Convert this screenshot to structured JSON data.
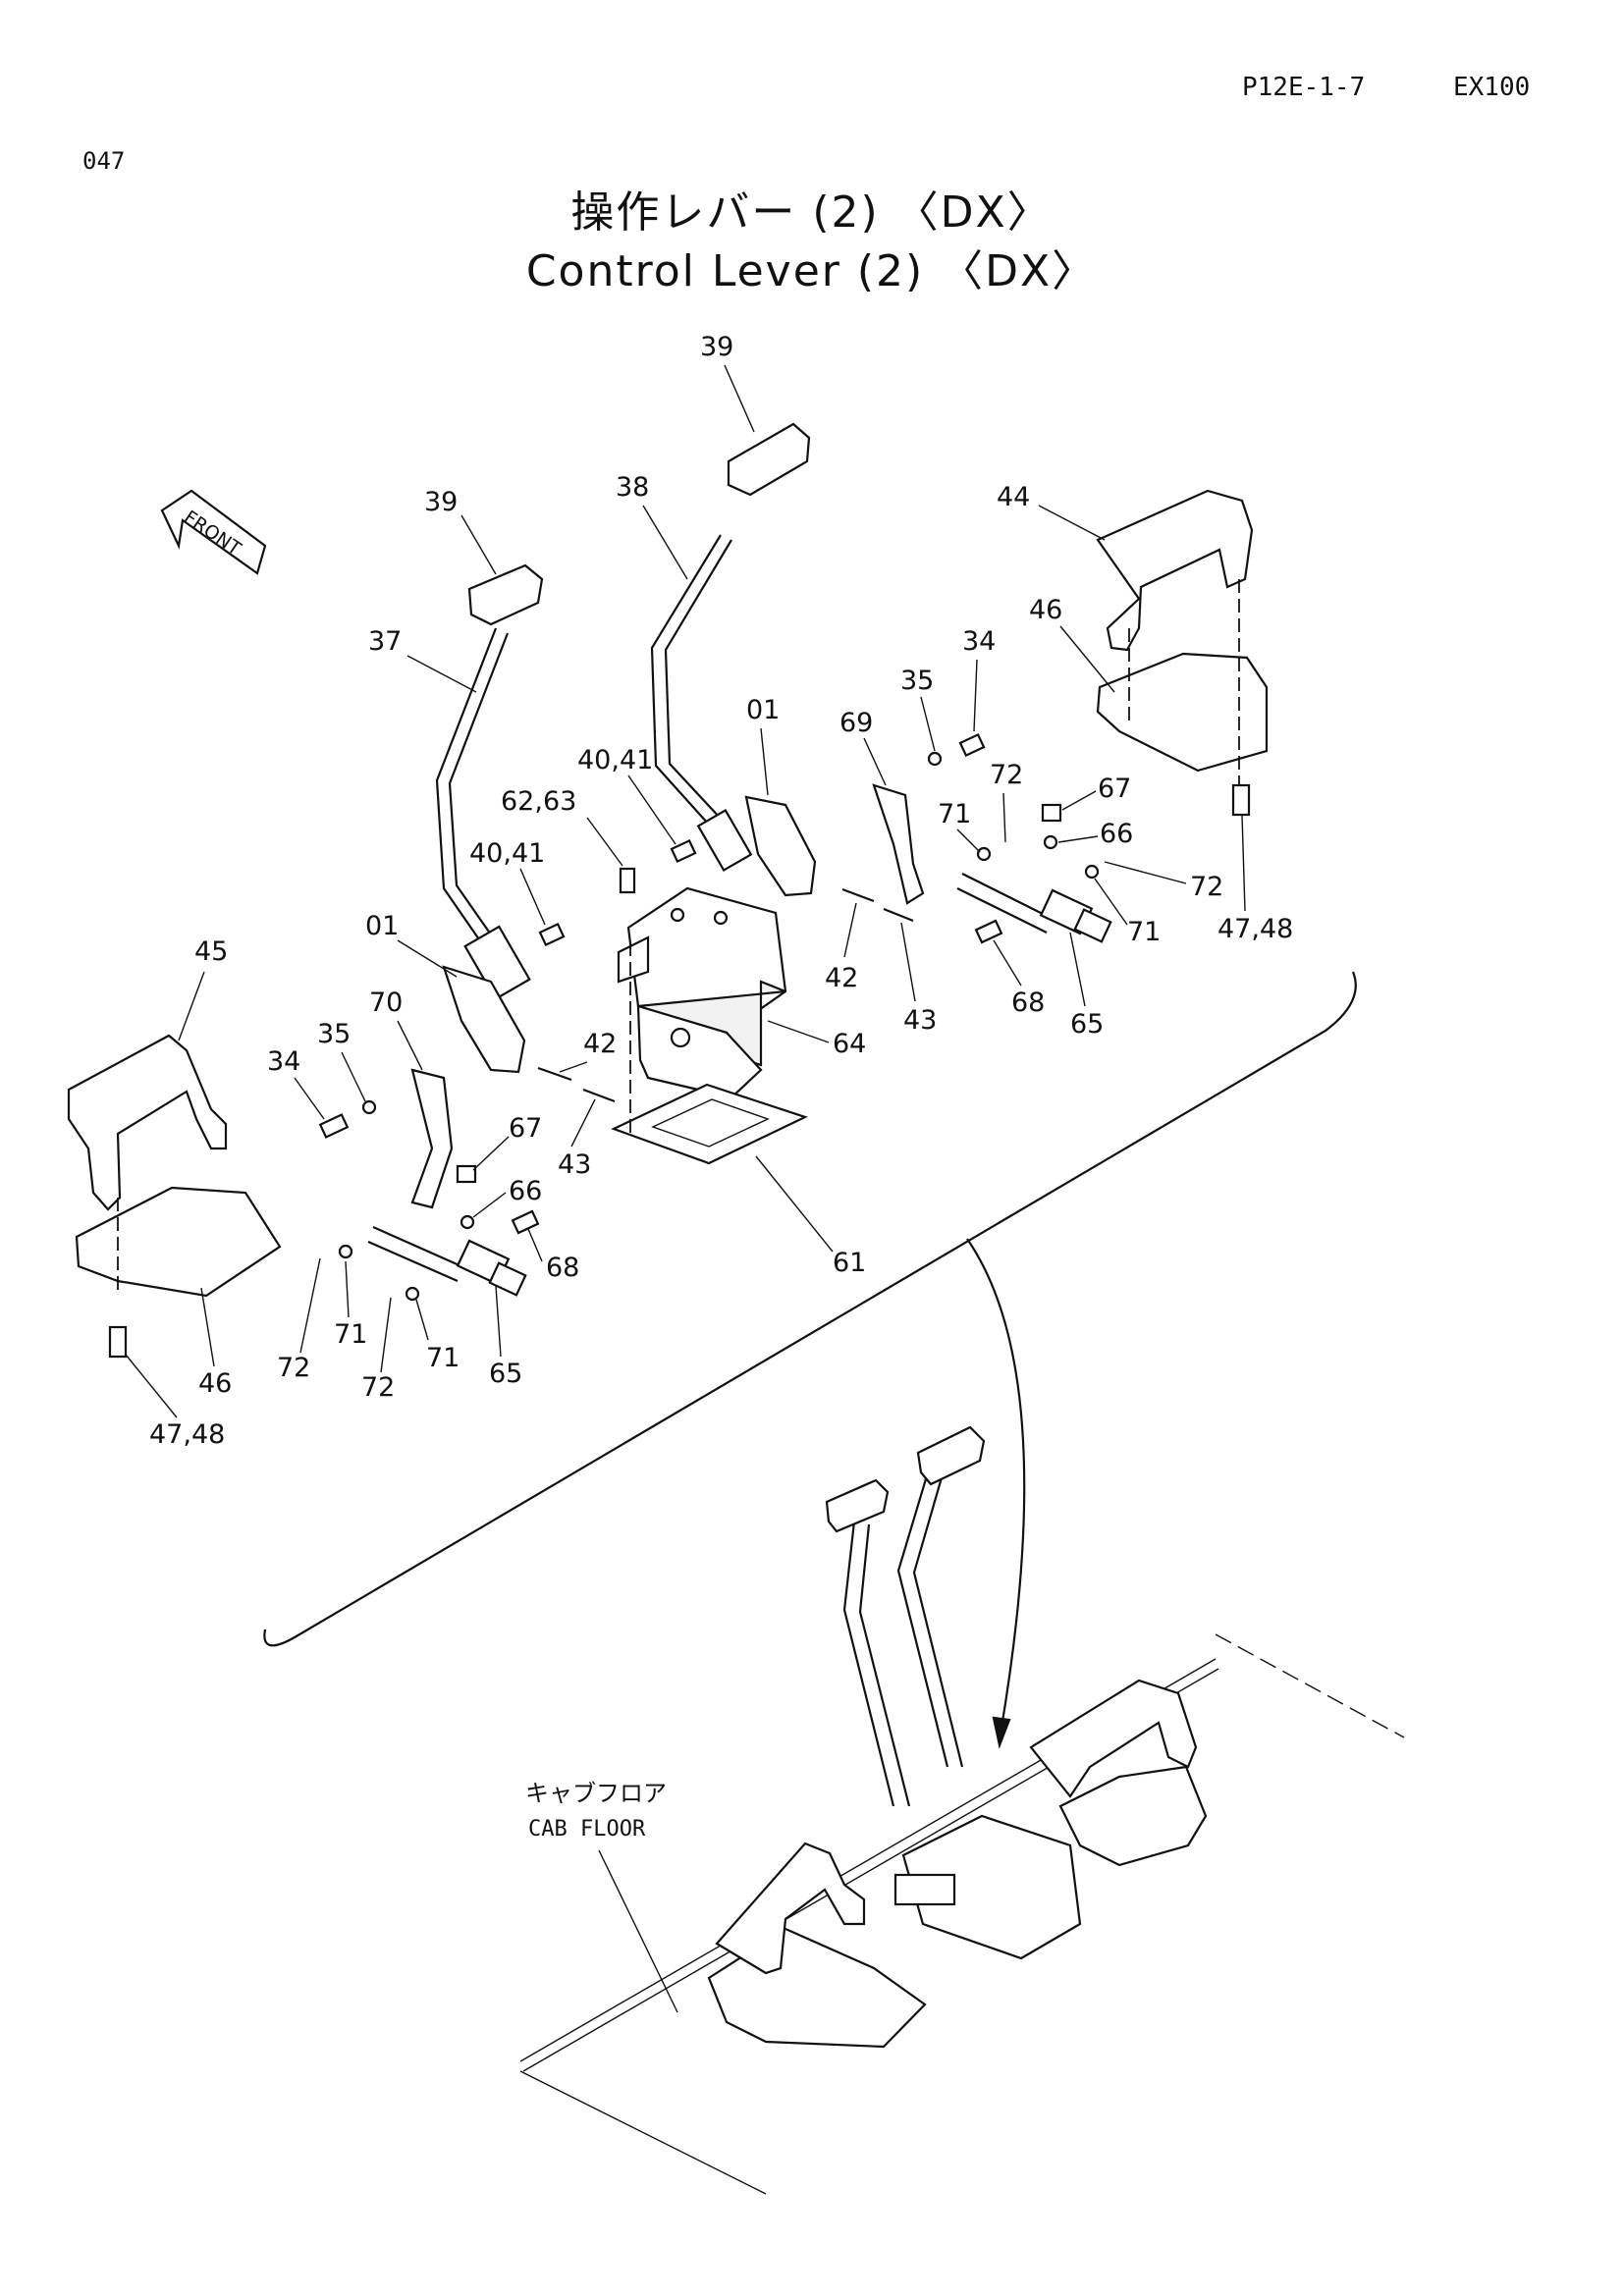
{
  "header": {
    "page_number": "047",
    "code": "P12E-1-7",
    "model": "EX100"
  },
  "title": {
    "japanese": "操作レバー (2) 〈DX〉",
    "english": "Control Lever (2) 〈DX〉"
  },
  "front_marker": "FRONT",
  "cab_floor": {
    "japanese": "キャブフロア",
    "english": "CAB FLOOR"
  },
  "callouts": {
    "c39_top": "39",
    "c39_left": "39",
    "c38": "38",
    "c37": "37",
    "c44": "44",
    "c46_right": "46",
    "c34_right": "34",
    "c35_right": "35",
    "c01_right": "01",
    "c69": "69",
    "c40_41_upper": "40,41",
    "c62_63": "62,63",
    "c40_41_lower": "40,41",
    "c72_right_top": "72",
    "c67_right": "67",
    "c71_right_top": "71",
    "c66_right": "66",
    "c72_right_mid": "72",
    "c71_right": "71",
    "c47_48_right": "47,48",
    "c42_right": "42",
    "c43_right": "43",
    "c68_right": "68",
    "c65_right": "65",
    "c64": "64",
    "c45": "45",
    "c01_left": "01",
    "c70": "70",
    "c35_left": "35",
    "c34_left": "34",
    "c42_left": "42",
    "c43_left": "43",
    "c67_left": "67",
    "c66_left": "66",
    "c68_left": "68",
    "c61": "61",
    "c71_left_a": "71",
    "c72_left_a": "72",
    "c71_left_b": "71",
    "c72_left_b": "72",
    "c65_left": "65",
    "c46_left": "46",
    "c47_48_left": "47,48"
  }
}
